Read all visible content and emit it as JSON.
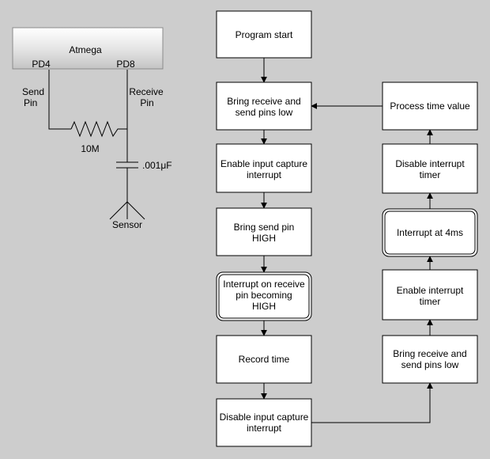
{
  "circuit": {
    "chip_label": "Atmega",
    "pin_left": "PD4",
    "pin_right": "PD8",
    "send_label_1": "Send",
    "send_label_2": "Pin",
    "receive_label_1": "Receive",
    "receive_label_2": "Pin",
    "resistor_label": "10M",
    "capacitor_label": ".001μF",
    "sensor_label": "Sensor"
  },
  "flow_left": [
    {
      "lines": [
        "Program start"
      ],
      "rounded": false
    },
    {
      "lines": [
        "Bring receive and",
        "send pins low"
      ],
      "rounded": false
    },
    {
      "lines": [
        "Enable input capture",
        "interrupt"
      ],
      "rounded": false
    },
    {
      "lines": [
        "Bring send pin",
        "HIGH"
      ],
      "rounded": false
    },
    {
      "lines": [
        "Interrupt on receive",
        "pin becoming",
        "HIGH"
      ],
      "rounded": true
    },
    {
      "lines": [
        "Record time"
      ],
      "rounded": false
    },
    {
      "lines": [
        "Disable input capture",
        "interrupt"
      ],
      "rounded": false
    }
  ],
  "flow_right": [
    {
      "lines": [
        "Process time value"
      ],
      "rounded": false
    },
    {
      "lines": [
        "Disable interrupt",
        "timer"
      ],
      "rounded": false
    },
    {
      "lines": [
        "Interrupt at 4ms"
      ],
      "rounded": true
    },
    {
      "lines": [
        "Enable interrupt",
        "timer"
      ],
      "rounded": false
    },
    {
      "lines": [
        "Bring receive and",
        "send pins low"
      ],
      "rounded": false
    }
  ]
}
